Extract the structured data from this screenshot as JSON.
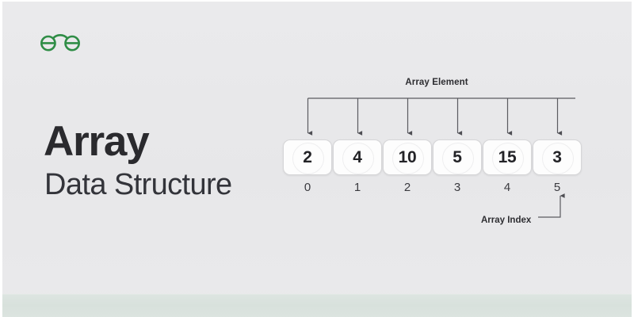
{
  "page": {
    "background_color": "#e8e8ea",
    "bottom_band_color": "#d8e1dc",
    "text_color": "#2a2a2e"
  },
  "brand": {
    "logo_name": "geeksforgeeks-logo",
    "logo_color": "#2f8d46"
  },
  "heading": {
    "title": "Array",
    "subtitle": "Data Structure"
  },
  "diagram": {
    "element_label": "Array Element",
    "index_label": "Array Index",
    "values": [
      "2",
      "4",
      "10",
      "5",
      "15",
      "3"
    ],
    "indices": [
      "0",
      "1",
      "2",
      "3",
      "4",
      "5"
    ],
    "cell_fill": "#fdfdfd",
    "cell_border": "#d6d6d8",
    "connector_color": "#5b5b60"
  }
}
